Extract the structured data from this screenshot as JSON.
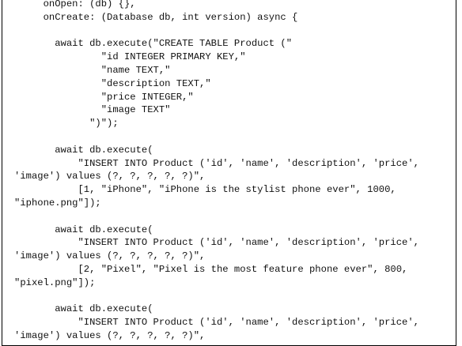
{
  "document": {
    "lines": [
      "     onOpen: (db) {},",
      "     onCreate: (Database db, int version) async {",
      "",
      "       await db.execute(\"CREATE TABLE Product (\"",
      "               \"id INTEGER PRIMARY KEY,\"",
      "               \"name TEXT,\"",
      "               \"description TEXT,\"",
      "               \"price INTEGER,\"",
      "               \"image TEXT\"",
      "             \")\");",
      "",
      "       await db.execute(",
      "           \"INSERT INTO Product ('id', 'name', 'description', 'price',",
      "'image') values (?, ?, ?, ?, ?)\",",
      "           [1, \"iPhone\", \"iPhone is the stylist phone ever\", 1000,",
      "\"iphone.png\"]);",
      "",
      "       await db.execute(",
      "           \"INSERT INTO Product ('id', 'name', 'description', 'price',",
      "'image') values (?, ?, ?, ?, ?)\",",
      "           [2, \"Pixel\", \"Pixel is the most feature phone ever\", 800,",
      "\"pixel.png\"]);",
      "",
      "       await db.execute(",
      "           \"INSERT INTO Product ('id', 'name', 'description', 'price',",
      "'image') values (?, ?, ?, ?, ?)\","
    ]
  }
}
